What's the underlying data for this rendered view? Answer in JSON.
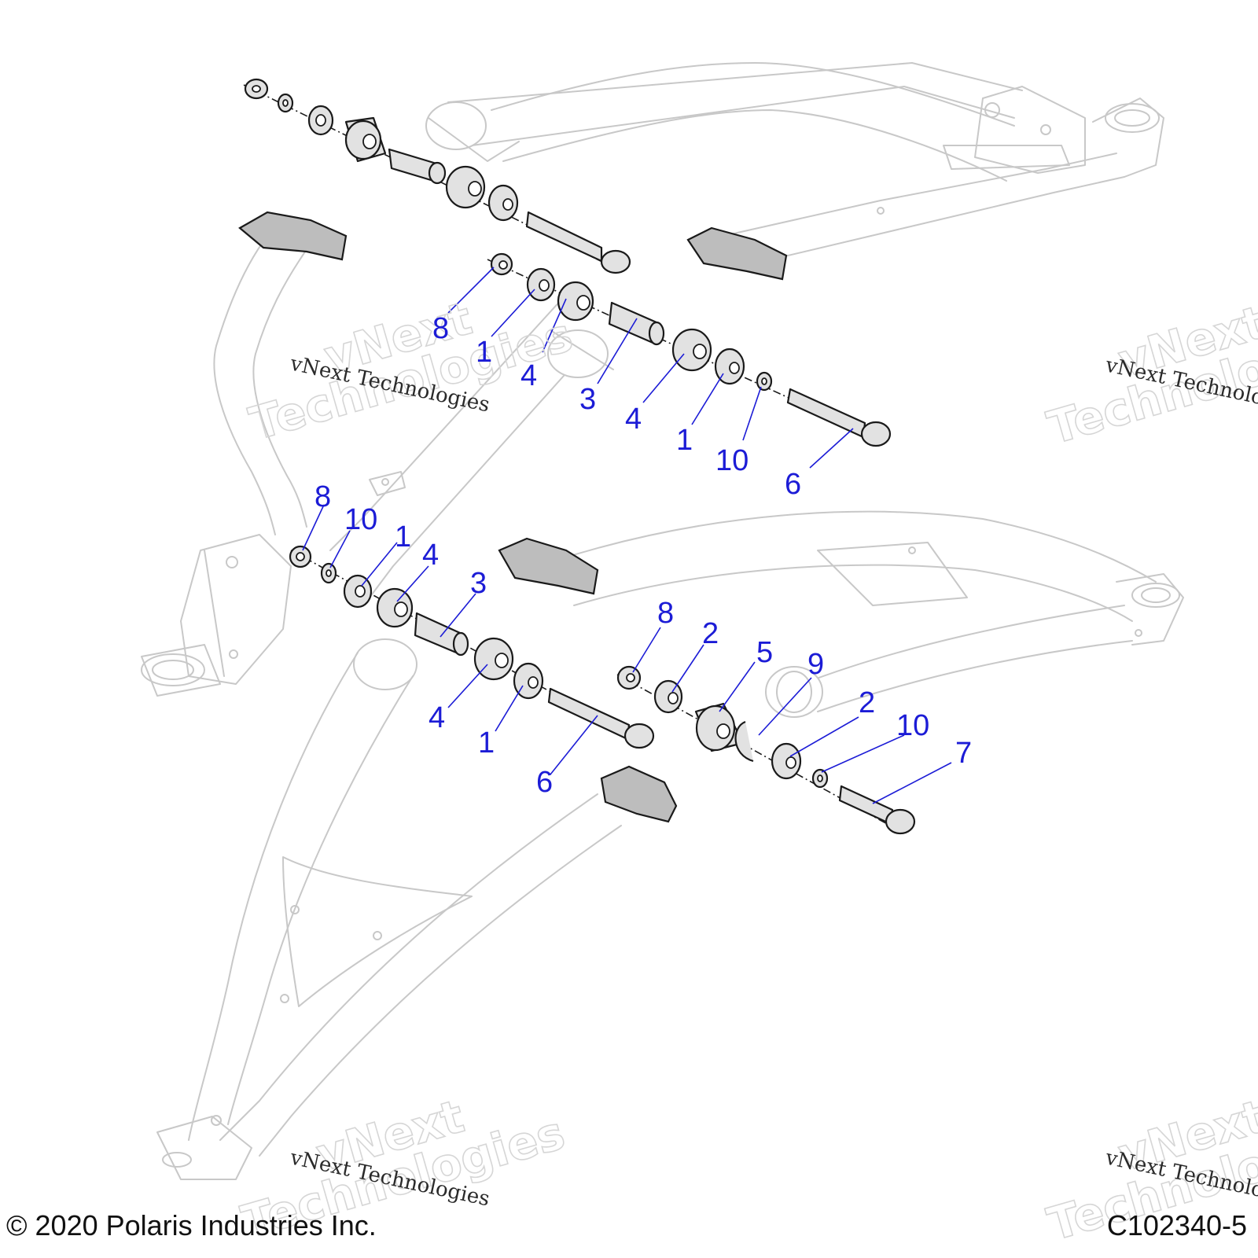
{
  "callouts": [
    {
      "id": "c-top-8",
      "label": "8"
    },
    {
      "id": "c-top-1a",
      "label": "1"
    },
    {
      "id": "c-top-4a",
      "label": "4"
    },
    {
      "id": "c-top-3",
      "label": "3"
    },
    {
      "id": "c-top-4b",
      "label": "4"
    },
    {
      "id": "c-top-1b",
      "label": "1"
    },
    {
      "id": "c-top-10",
      "label": "10"
    },
    {
      "id": "c-top-6",
      "label": "6"
    },
    {
      "id": "c-mid-8",
      "label": "8"
    },
    {
      "id": "c-mid-10",
      "label": "10"
    },
    {
      "id": "c-mid-1a",
      "label": "1"
    },
    {
      "id": "c-mid-4a",
      "label": "4"
    },
    {
      "id": "c-mid-3",
      "label": "3"
    },
    {
      "id": "c-mid-4b",
      "label": "4"
    },
    {
      "id": "c-mid-1b",
      "label": "1"
    },
    {
      "id": "c-mid-6",
      "label": "6"
    },
    {
      "id": "c-low-8",
      "label": "8"
    },
    {
      "id": "c-low-2a",
      "label": "2"
    },
    {
      "id": "c-low-5",
      "label": "5"
    },
    {
      "id": "c-low-9",
      "label": "9"
    },
    {
      "id": "c-low-2b",
      "label": "2"
    },
    {
      "id": "c-low-10",
      "label": "10"
    },
    {
      "id": "c-low-7",
      "label": "7"
    }
  ],
  "watermarks": {
    "small": "vNext Technologies",
    "big_line1": "vNext",
    "big_line2": "Technologies"
  },
  "footer": {
    "copyright": "© 2020 Polaris Industries Inc.",
    "figure_code": "C102340-5"
  }
}
